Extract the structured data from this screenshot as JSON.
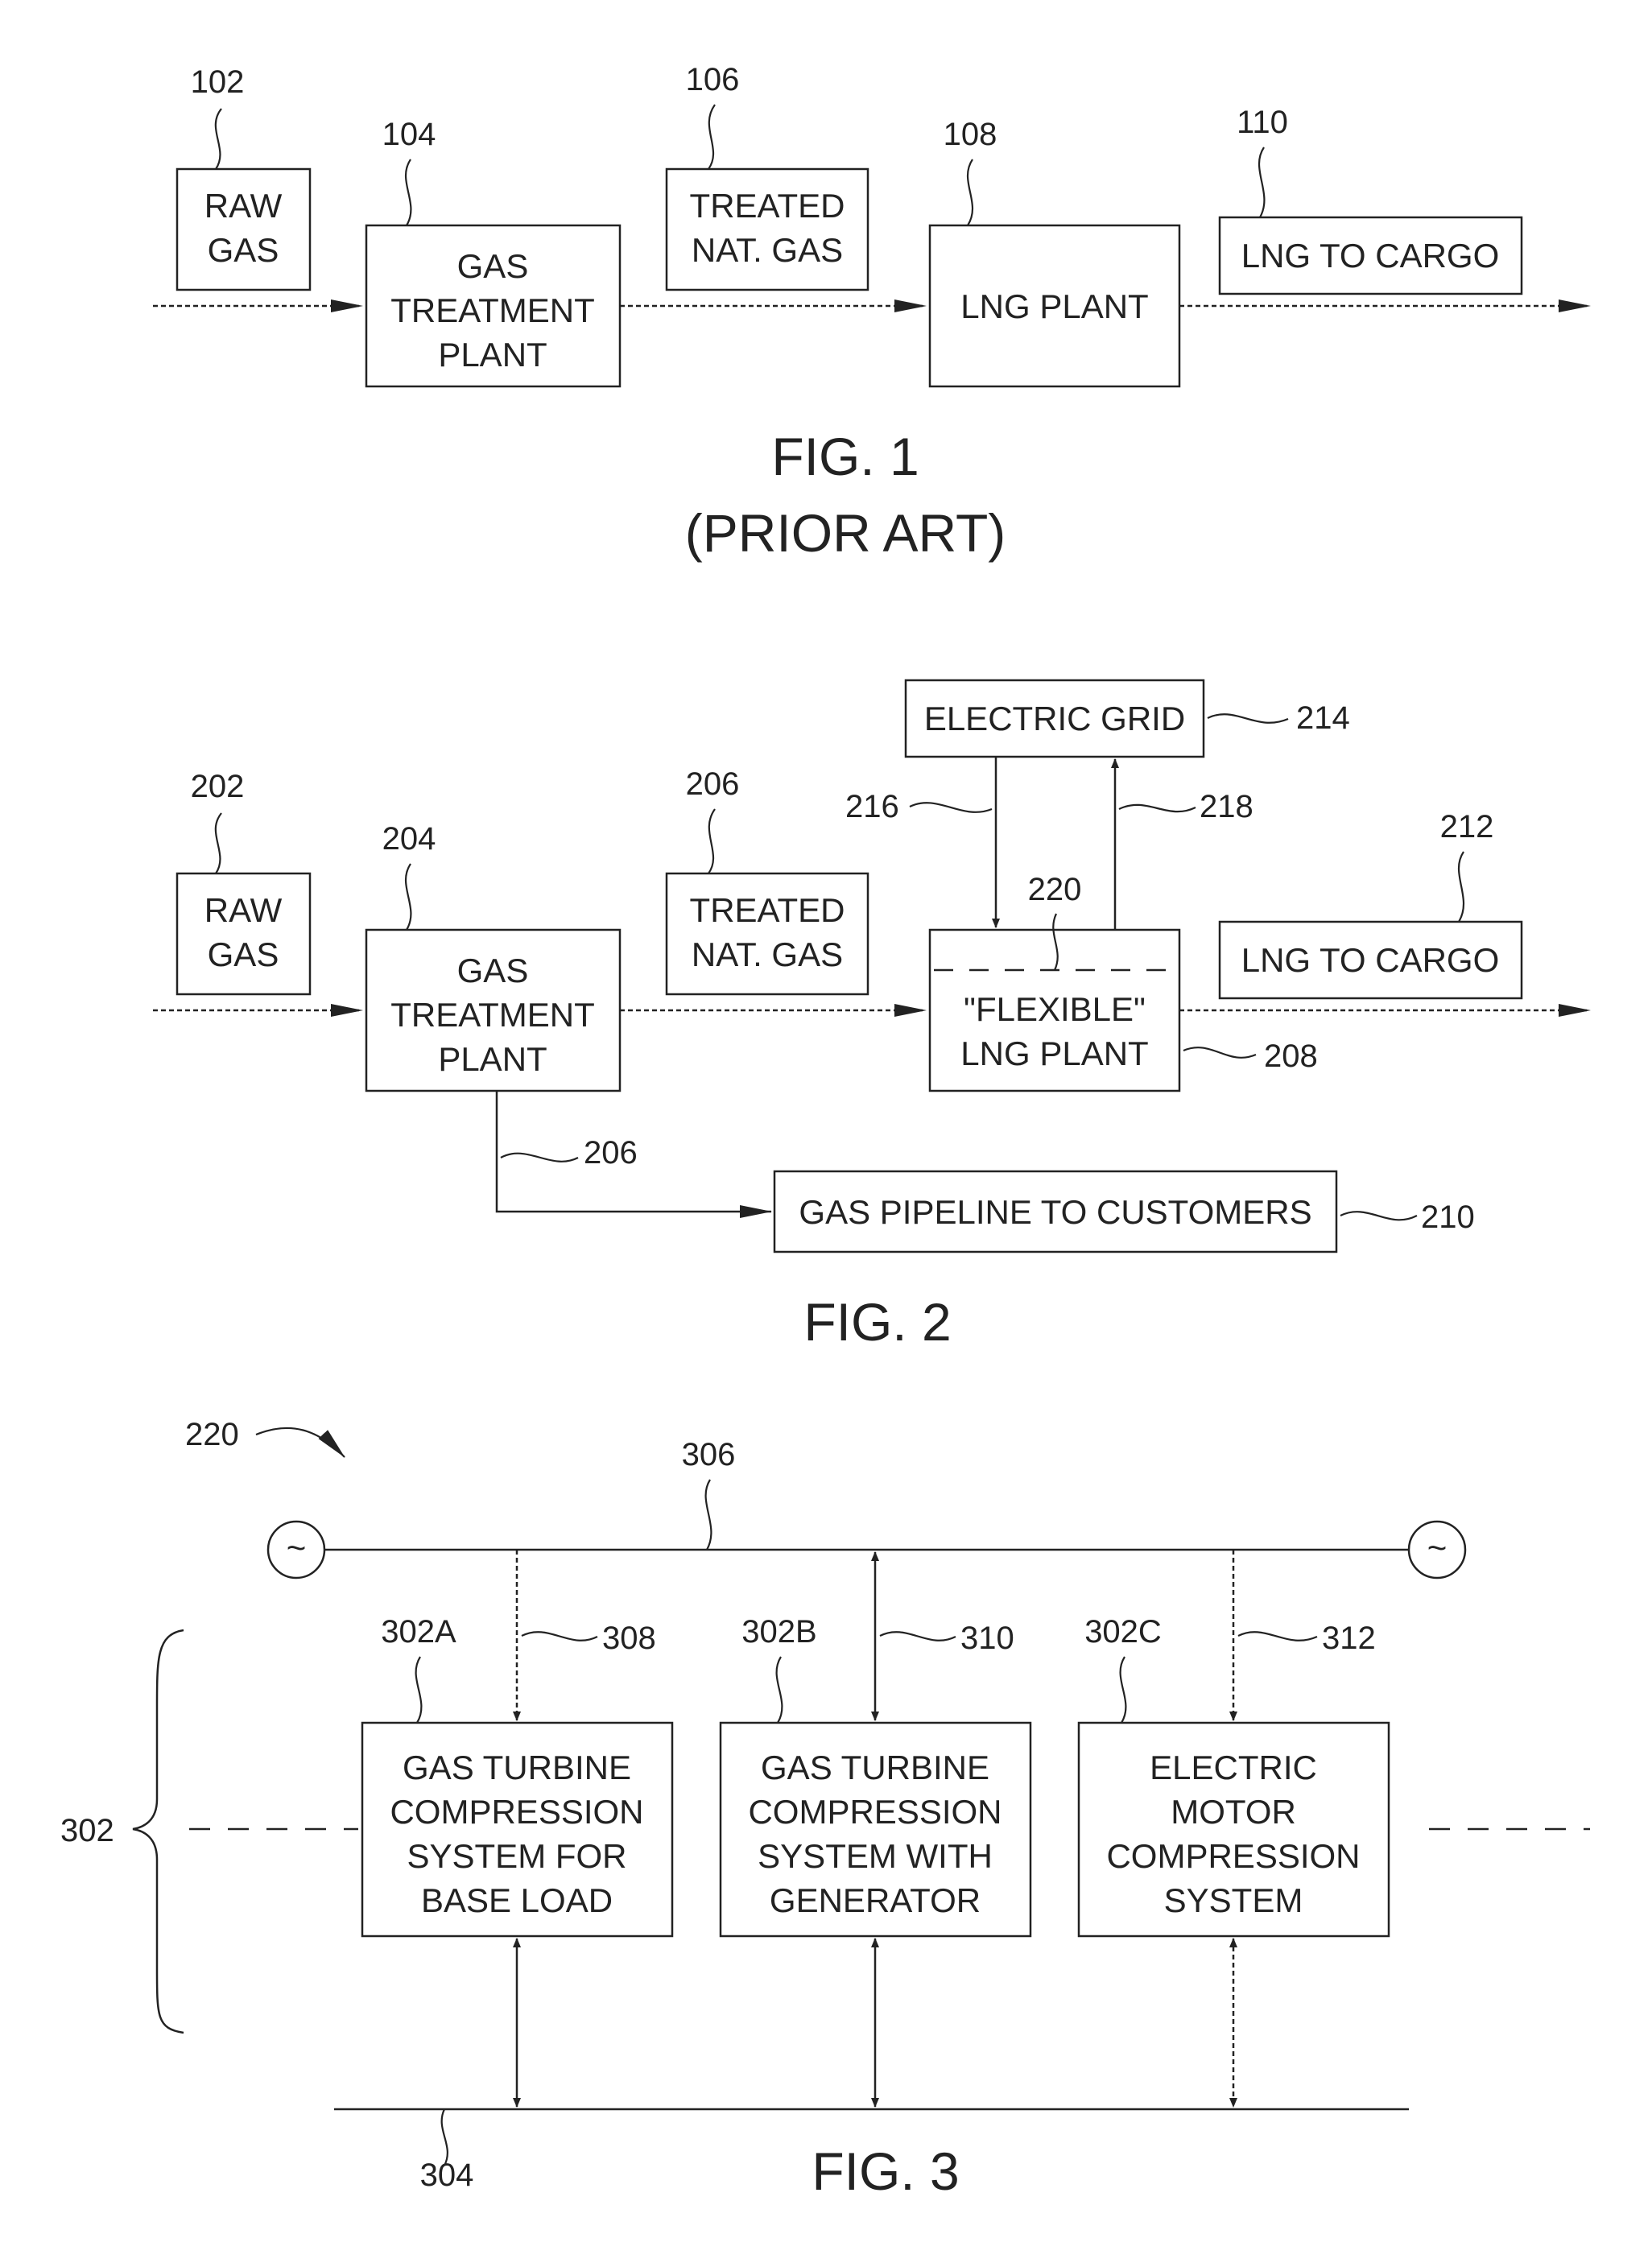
{
  "fig1": {
    "refs": {
      "r102": "102",
      "r104": "104",
      "r106": "106",
      "r108": "108",
      "r110": "110"
    },
    "raw_gas": [
      "RAW",
      "GAS"
    ],
    "gas_treatment": [
      "GAS",
      "TREATMENT",
      "PLANT"
    ],
    "treated_gas": [
      "TREATED",
      "NAT. GAS"
    ],
    "lng_plant": "LNG PLANT",
    "lng_cargo": "LNG TO CARGO",
    "caption": [
      "FIG. 1",
      "(PRIOR ART)"
    ]
  },
  "fig2": {
    "refs": {
      "r202": "202",
      "r204": "204",
      "r206a": "206",
      "r206b": "206",
      "r208": "208",
      "r210": "210",
      "r212": "212",
      "r214": "214",
      "r216": "216",
      "r218": "218",
      "r220": "220"
    },
    "raw_gas": [
      "RAW",
      "GAS"
    ],
    "gas_treatment": [
      "GAS",
      "TREATMENT",
      "PLANT"
    ],
    "treated_gas": [
      "TREATED",
      "NAT. GAS"
    ],
    "flexible_lng": [
      "\"FLEXIBLE\"",
      "LNG PLANT"
    ],
    "lng_cargo": "LNG TO CARGO",
    "electric_grid": "ELECTRIC GRID",
    "pipeline": "GAS PIPELINE TO CUSTOMERS",
    "caption": "FIG. 2"
  },
  "fig3": {
    "refs": {
      "r220": "220",
      "r306": "306",
      "r302A": "302A",
      "r308": "308",
      "r302B": "302B",
      "r310": "310",
      "r302C": "302C",
      "r312": "312",
      "r302": "302",
      "r304": "304"
    },
    "box_a": [
      "GAS TURBINE",
      "COMPRESSION",
      "SYSTEM FOR",
      "BASE LOAD"
    ],
    "box_b": [
      "GAS TURBINE",
      "COMPRESSION",
      "SYSTEM WITH",
      "GENERATOR"
    ],
    "box_c": [
      "ELECTRIC",
      "MOTOR",
      "COMPRESSION",
      "SYSTEM"
    ],
    "generator_symbol": "~",
    "caption": "FIG. 3"
  }
}
